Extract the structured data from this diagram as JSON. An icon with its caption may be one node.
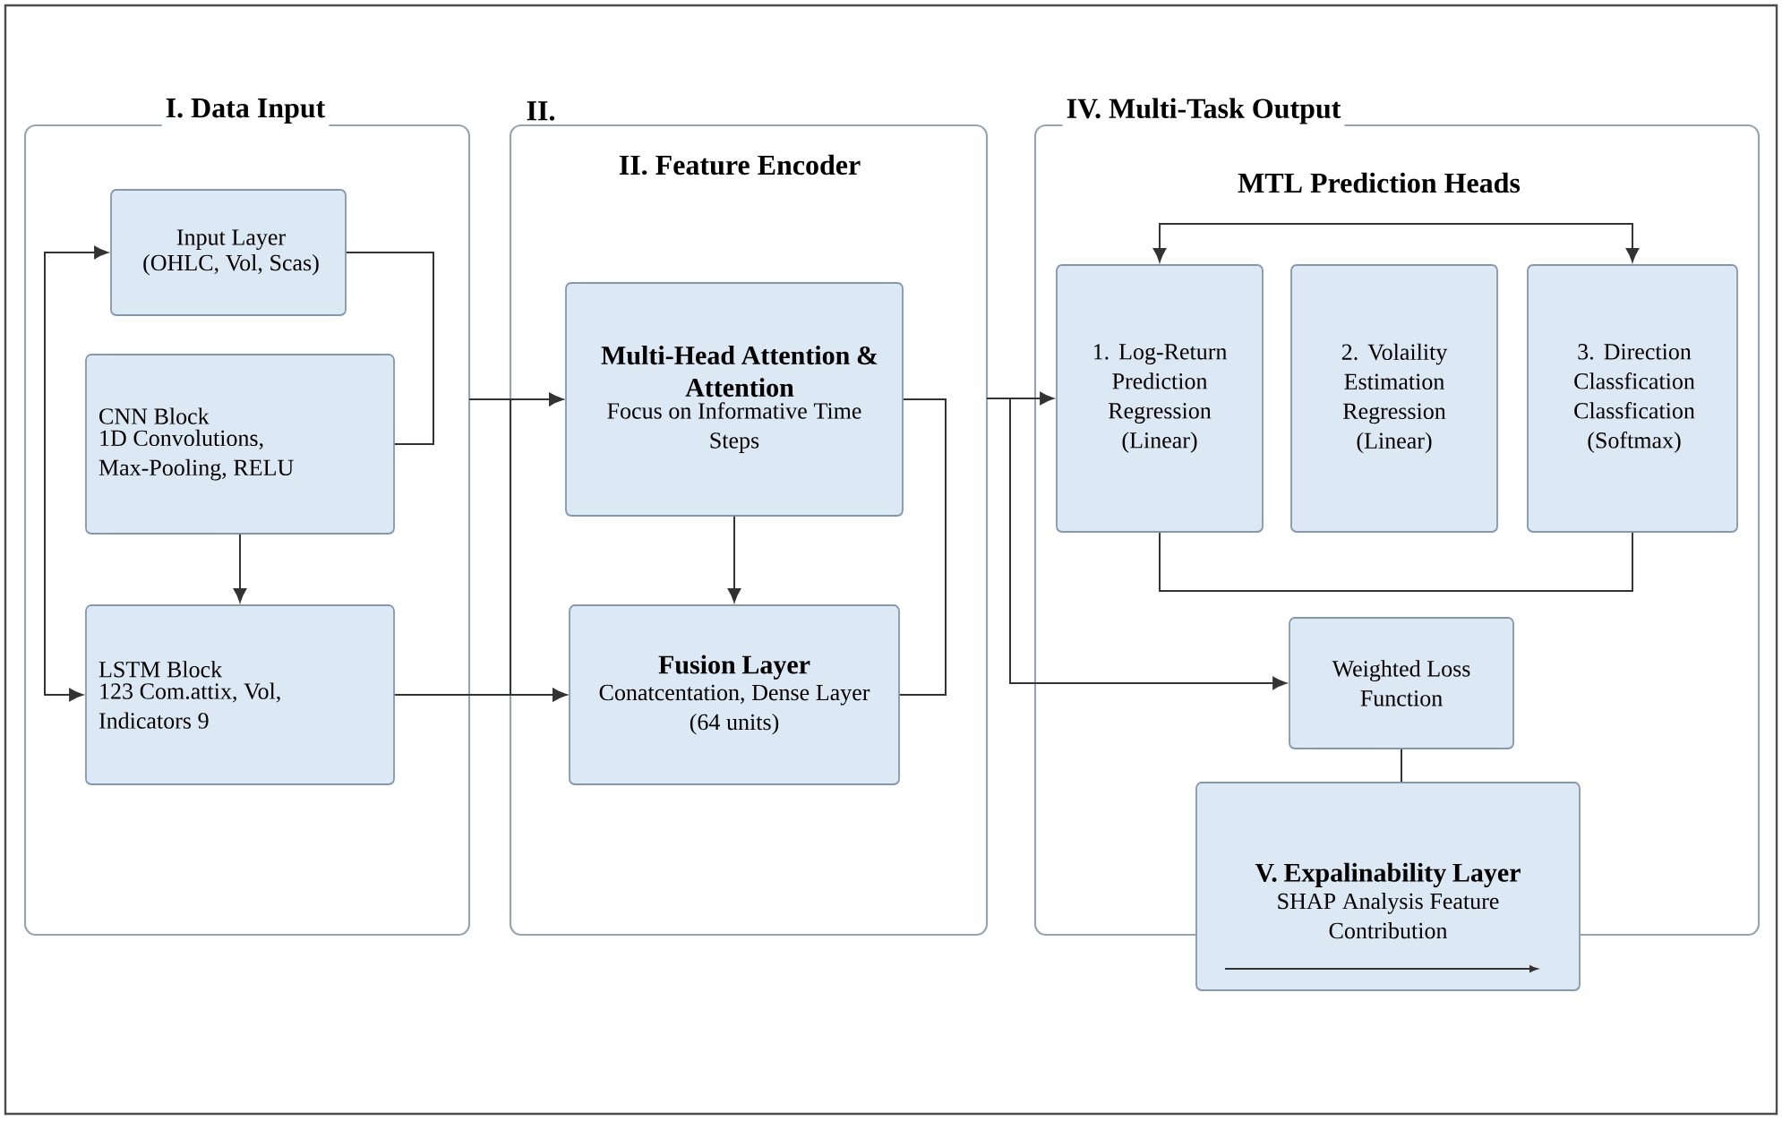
{
  "diagram": {
    "nodes": [
      {
        "text": [
          "I. Data Input"
        ]
      },
      {
        "text": [
          "Input Layer",
          "(OHLC, Vol, Scas)"
        ],
        "in": 0
      },
      {
        "text": [
          "CNN Block",
          "1D Convolutions, Max-Pooling, RELU"
        ],
        "in": 0
      },
      {
        "text": [
          "LSTM Block",
          "123 Com.attix, Vol, Indicators 9"
        ],
        "in": 0
      },
      {
        "text": [
          "II.",
          "II. Feature Encoder"
        ]
      },
      {
        "text": [
          "Multi-Head Attention & Attention",
          "Focus on Informative Time Steps"
        ],
        "in": 4
      },
      {
        "text": [
          "Fusion Layer",
          "Conatcentation, Dense Layer (64 units)"
        ],
        "in": 4
      },
      {
        "text": [
          "IV. Multi-Task Output",
          "MTL Prediction Heads"
        ]
      },
      {
        "text": [
          "1. Log-Return Prediction Regression (Linear)"
        ],
        "in": 7
      },
      {
        "text": [
          "2. Volaility Estimation Regression (Linear)"
        ],
        "in": 7
      },
      {
        "text": [
          "3. Direction Classfication Classfication (Softmax)"
        ],
        "in": 7
      },
      {
        "text": [
          "Weighted Loss Function"
        ],
        "in": 7
      },
      {
        "text": [
          "V. Expalinability Layer",
          "SHAP Analysis Feature Contribution"
        ]
      }
    ],
    "edges": [
      {
        "from": 1,
        "to": 3,
        "arrow": "both"
      },
      {
        "from": 1,
        "to": 2,
        "arrow": "none"
      },
      {
        "from": 2,
        "to": 3,
        "arrow": "to"
      },
      {
        "from": 0,
        "to": 5,
        "arrow": "to"
      },
      {
        "from": 0,
        "to": 6,
        "arrow": "to"
      },
      {
        "from": 3,
        "to": 5,
        "arrow": "to"
      },
      {
        "from": 3,
        "to": 6,
        "arrow": "to"
      },
      {
        "from": 5,
        "to": 6,
        "arrow": "to"
      },
      {
        "from": 5,
        "to": 6,
        "arrow": "none"
      },
      {
        "from": 4,
        "to": 8,
        "arrow": "to"
      },
      {
        "from": 4,
        "to": 11,
        "arrow": "to"
      },
      {
        "from": 8,
        "to": 10,
        "arrow": "both"
      },
      {
        "from": 8,
        "to": 10,
        "arrow": "none"
      },
      {
        "from": 11,
        "to": 12,
        "arrow": "none"
      }
    ]
  }
}
